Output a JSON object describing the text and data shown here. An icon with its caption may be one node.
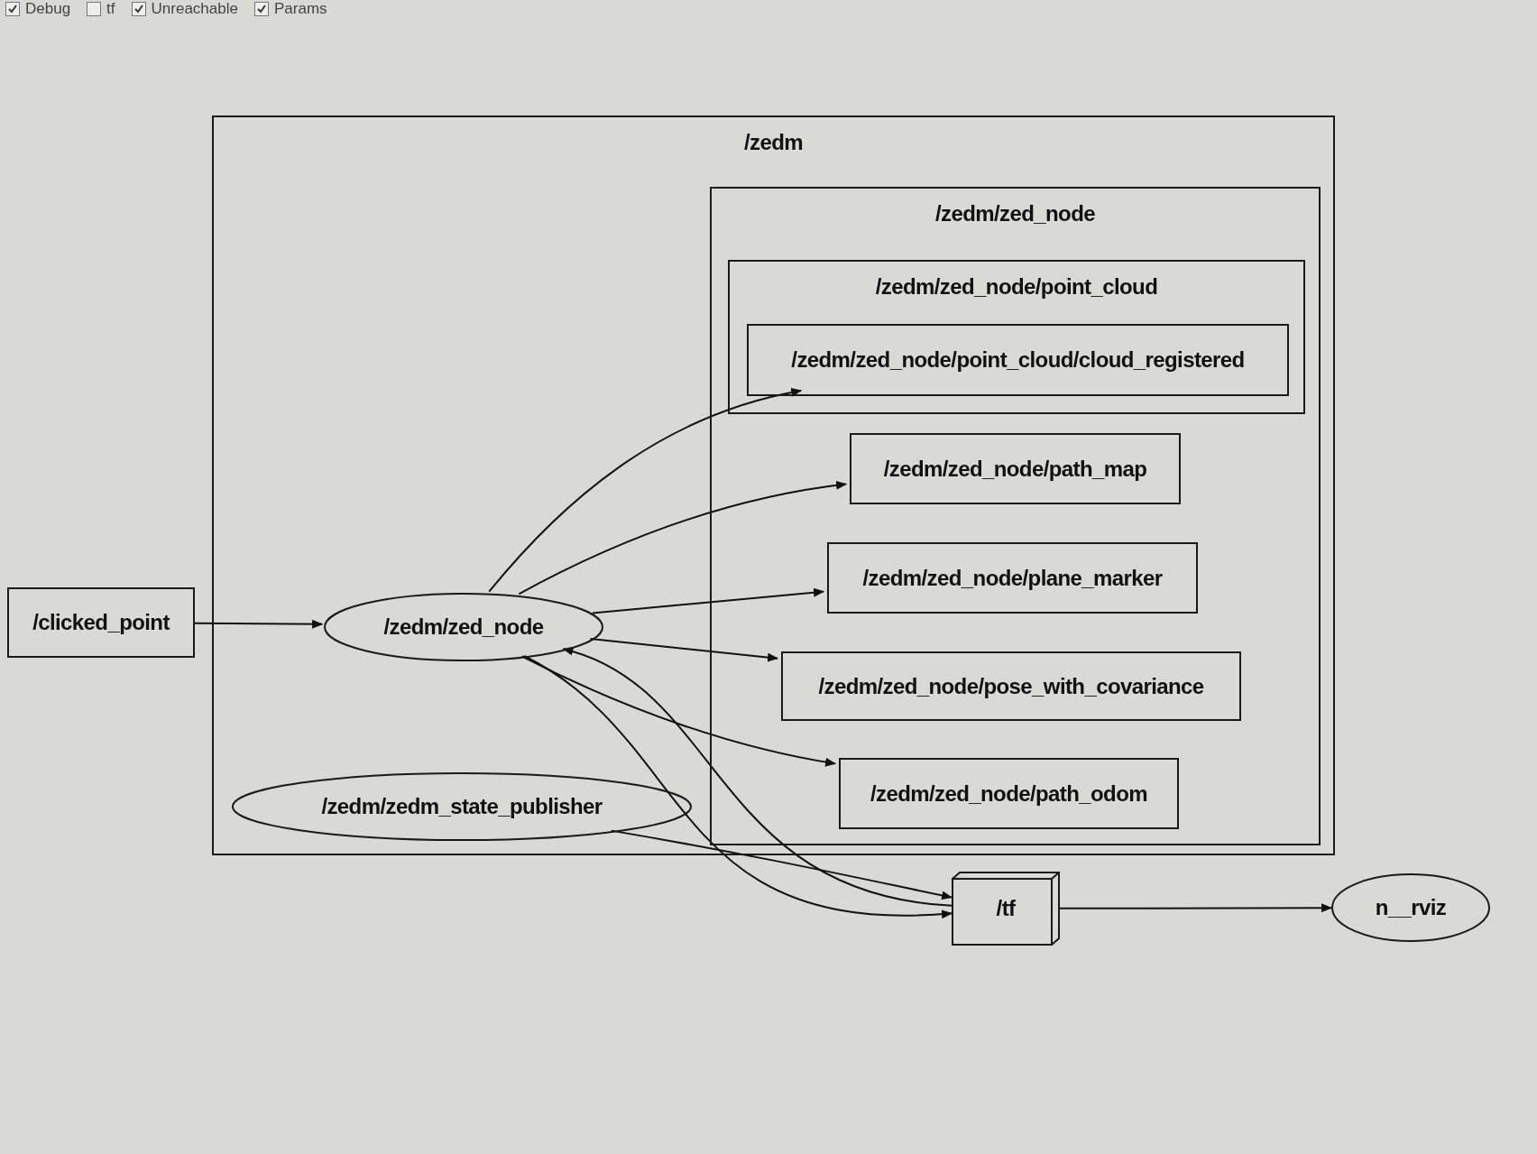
{
  "diagram": {
    "nodes": [
      {
        "text": [
          "/zedm"
        ]
      },
      {
        "text": [
          "/zedm/zed_node"
        ],
        "in": 0
      },
      {
        "text": [
          "/zedm/zed_node/point_cloud"
        ],
        "in": 1
      },
      {
        "text": [
          "/zedm/zed_node/point_cloud/cloud_registered"
        ],
        "in": 2
      },
      {
        "text": [
          "/zedm/zed_node/path_map"
        ],
        "in": 1
      },
      {
        "text": [
          "/zedm/zed_node/plane_marker"
        ],
        "in": 1
      },
      {
        "text": [
          "/zedm/zed_node/pose_with_covariance"
        ],
        "in": 1
      },
      {
        "text": [
          "/zedm/zed_node/path_odom"
        ],
        "in": 1
      },
      {
        "text": [
          "/clicked_point"
        ]
      },
      {
        "text": [
          "/zedm/zed_node"
        ],
        "in": 0
      },
      {
        "text": [
          "/zedm/zedm_state_publisher"
        ],
        "in": 0
      },
      {
        "text": [
          "/tf"
        ]
      },
      {
        "text": [
          "n__rviz"
        ]
      }
    ],
    "edges": [
      {
        "from": 8,
        "to": 9,
        "arrow": "to"
      },
      {
        "from": 9,
        "to": 3,
        "arrow": "to"
      },
      {
        "from": 9,
        "to": 4,
        "arrow": "to"
      },
      {
        "from": 9,
        "to": 5,
        "arrow": "to"
      },
      {
        "from": 9,
        "to": 6,
        "arrow": "to"
      },
      {
        "from": 9,
        "to": 7,
        "arrow": "to"
      },
      {
        "from": 11,
        "to": 9,
        "arrow": "to"
      },
      {
        "from": 9,
        "to": 11,
        "arrow": "to"
      },
      {
        "from": 10,
        "to": 11,
        "arrow": "to"
      },
      {
        "from": 11,
        "to": 12,
        "arrow": "to"
      }
    ],
    "labels": [
      "Debug",
      "tf",
      "Unreachable",
      "Params"
    ]
  }
}
